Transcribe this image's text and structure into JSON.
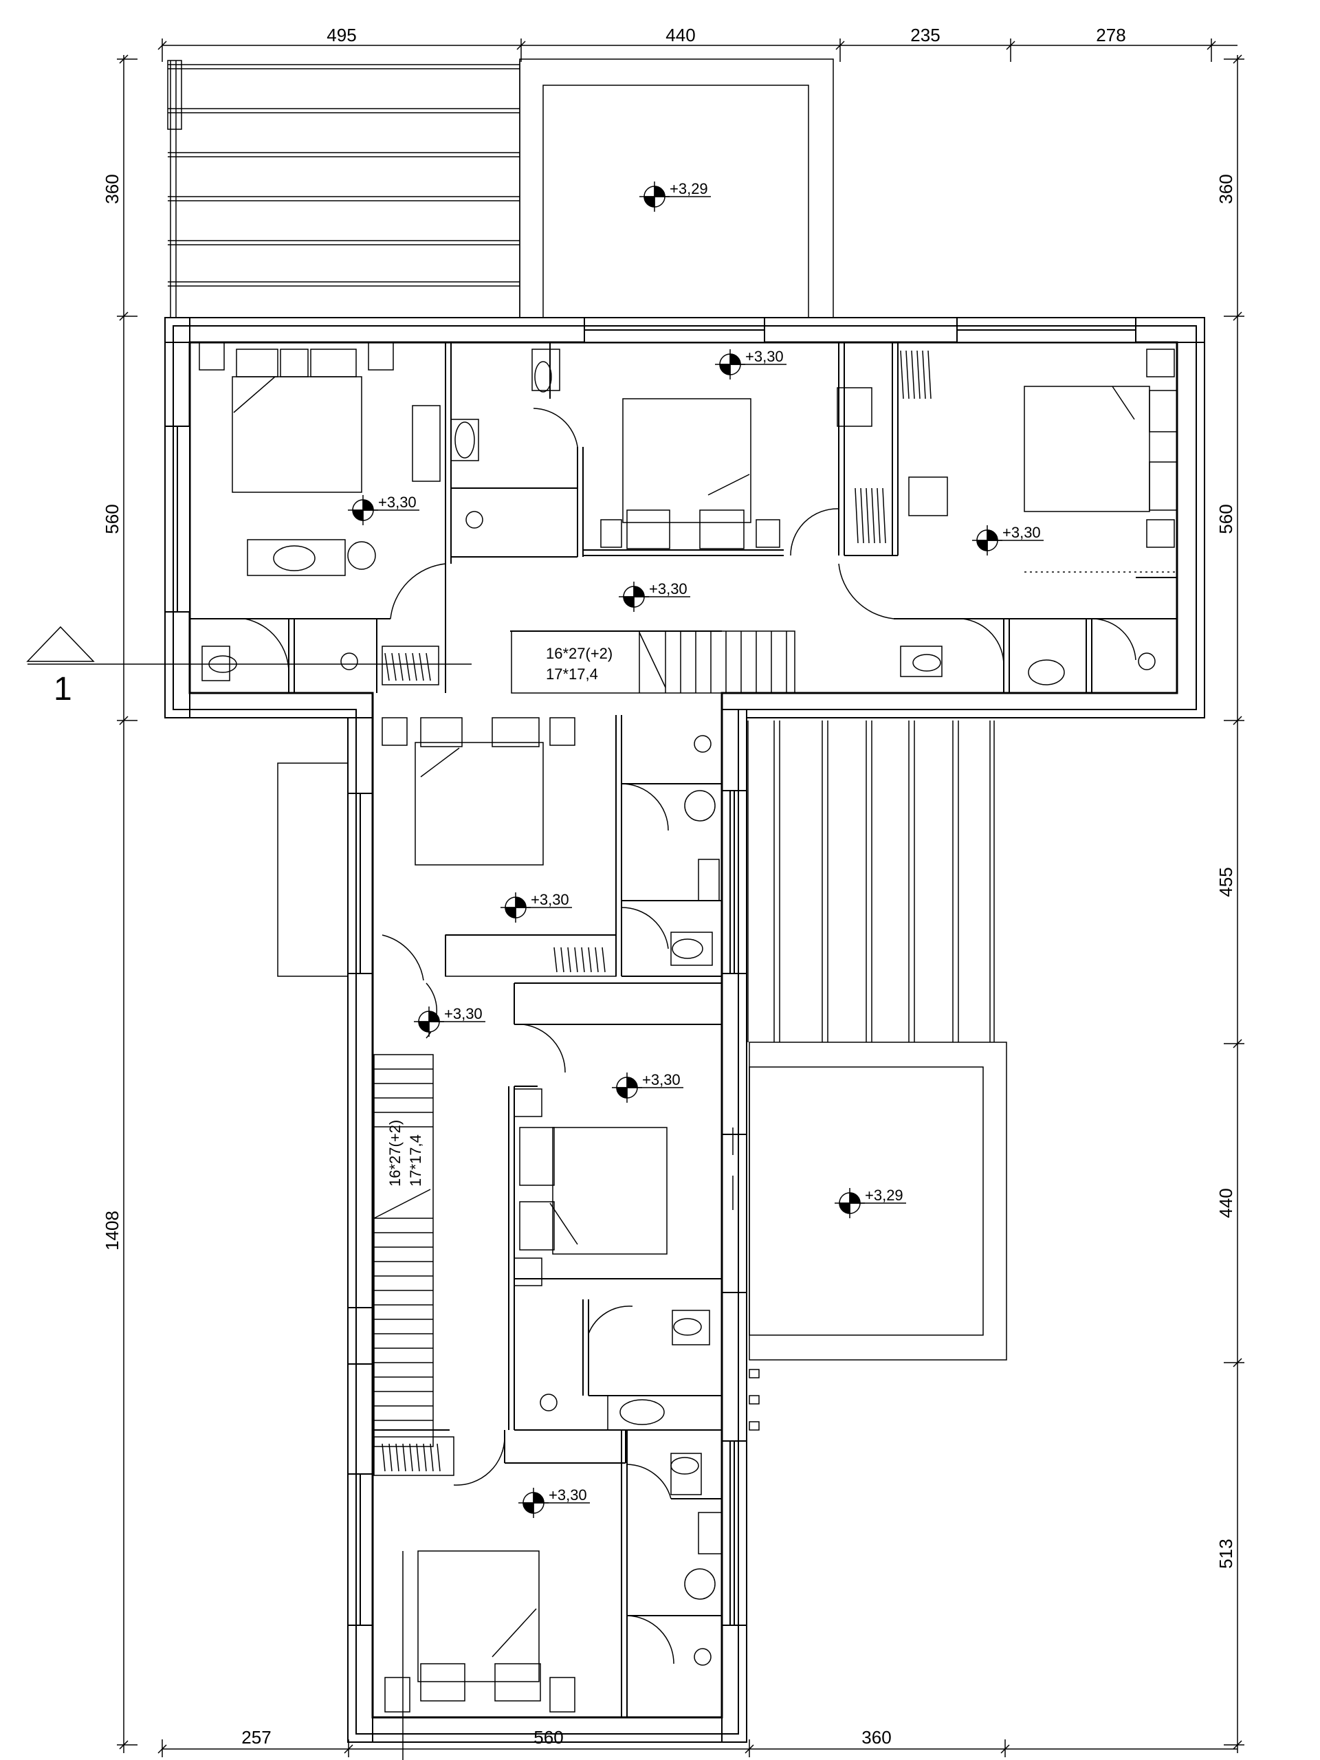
{
  "dimensions": {
    "top": [
      "495",
      "440",
      "235",
      "278"
    ],
    "bottom": [
      "257",
      "560",
      "360"
    ],
    "left_top": "360",
    "left_mid": "560",
    "left_total": "1408",
    "right": [
      "360",
      "560",
      "455",
      "440",
      "513"
    ]
  },
  "levels": {
    "terrace_top": "+3,29",
    "bedroom_nw": "+3,30",
    "bath_top": "+3,30",
    "bedroom_ne": "+3,30",
    "hall_top": "+3,30",
    "bedroom_mid": "+3,30",
    "stair_hall": "+3,30",
    "bedroom_c": "+3,30",
    "terrace_east": "+3,29",
    "bedroom_s": "+3,30"
  },
  "stairs": {
    "top_line1": "16*27(+2)",
    "top_line2": "17*17,4",
    "side_line1": "16*27(+2)",
    "side_line2": "17*17,4"
  },
  "section": {
    "label": "1"
  }
}
